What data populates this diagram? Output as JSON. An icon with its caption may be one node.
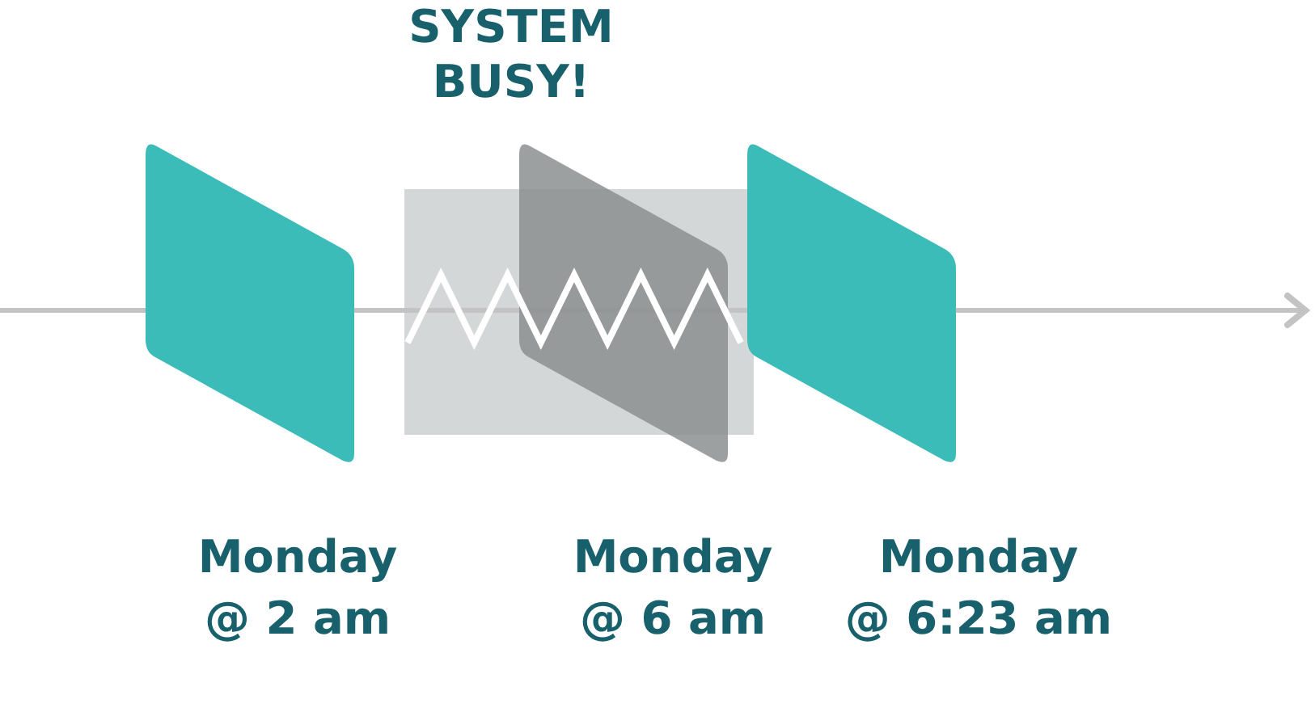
{
  "diagram": {
    "nodes": [
      {
        "text": [],
        "shape": "parallelogram",
        "beside": [
          "Monday @ 2 am"
        ]
      },
      {
        "text": [],
        "shape": "parallelogram",
        "beside": [
          "Monday @ 6 am"
        ]
      },
      {
        "text": [],
        "shape": "parallelogram",
        "beside": [
          "Monday @ 6:23 am"
        ]
      }
    ],
    "edges": [],
    "labels": [
      "SYSTEM BUSY!"
    ]
  }
}
